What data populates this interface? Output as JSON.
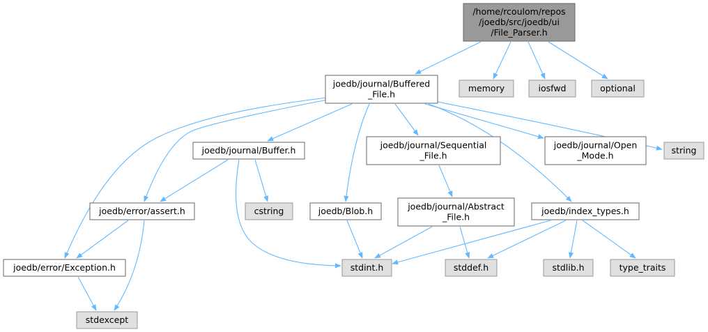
{
  "diagram": {
    "colors": {
      "edge": "#63b8ff",
      "root_fill": "#999999",
      "system_fill": "#e0e0e0",
      "local_fill": "#ffffff",
      "border": "#666666"
    },
    "nodes": [
      {
        "id": "root",
        "lines": [
          "/home/rcoulom/repos",
          "/joedb/src/joedb/ui",
          "/File_Parser.h"
        ],
        "kind": "root"
      },
      {
        "id": "buffered_file",
        "lines": [
          "joedb/journal/Buffered",
          "_File.h"
        ],
        "kind": "local"
      },
      {
        "id": "memory",
        "lines": [
          "memory"
        ],
        "kind": "system"
      },
      {
        "id": "iosfwd",
        "lines": [
          "iosfwd"
        ],
        "kind": "system"
      },
      {
        "id": "optional",
        "lines": [
          "optional"
        ],
        "kind": "system"
      },
      {
        "id": "buffer",
        "lines": [
          "joedb/journal/Buffer.h"
        ],
        "kind": "local"
      },
      {
        "id": "sequential_file",
        "lines": [
          "joedb/journal/Sequential",
          "_File.h"
        ],
        "kind": "local"
      },
      {
        "id": "open_mode",
        "lines": [
          "joedb/journal/Open",
          "_Mode.h"
        ],
        "kind": "local"
      },
      {
        "id": "string",
        "lines": [
          "string"
        ],
        "kind": "system"
      },
      {
        "id": "assert",
        "lines": [
          "joedb/error/assert.h"
        ],
        "kind": "local"
      },
      {
        "id": "cstring",
        "lines": [
          "cstring"
        ],
        "kind": "system"
      },
      {
        "id": "blob",
        "lines": [
          "joedb/Blob.h"
        ],
        "kind": "local"
      },
      {
        "id": "abstract_file",
        "lines": [
          "joedb/journal/Abstract",
          "_File.h"
        ],
        "kind": "local"
      },
      {
        "id": "index_types",
        "lines": [
          "joedb/index_types.h"
        ],
        "kind": "local"
      },
      {
        "id": "exception",
        "lines": [
          "joedb/error/Exception.h"
        ],
        "kind": "local"
      },
      {
        "id": "stdint",
        "lines": [
          "stdint.h"
        ],
        "kind": "system"
      },
      {
        "id": "stddef",
        "lines": [
          "stddef.h"
        ],
        "kind": "system"
      },
      {
        "id": "stdlib",
        "lines": [
          "stdlib.h"
        ],
        "kind": "system"
      },
      {
        "id": "type_traits",
        "lines": [
          "type_traits"
        ],
        "kind": "system"
      },
      {
        "id": "stdexcept",
        "lines": [
          "stdexcept"
        ],
        "kind": "system"
      }
    ],
    "edges": [
      {
        "from": "root",
        "to": "buffered_file"
      },
      {
        "from": "root",
        "to": "memory"
      },
      {
        "from": "root",
        "to": "iosfwd"
      },
      {
        "from": "root",
        "to": "optional"
      },
      {
        "from": "buffered_file",
        "to": "buffer"
      },
      {
        "from": "buffered_file",
        "to": "sequential_file"
      },
      {
        "from": "buffered_file",
        "to": "open_mode"
      },
      {
        "from": "buffered_file",
        "to": "string"
      },
      {
        "from": "buffered_file",
        "to": "assert"
      },
      {
        "from": "buffered_file",
        "to": "blob"
      },
      {
        "from": "buffered_file",
        "to": "index_types"
      },
      {
        "from": "buffered_file",
        "to": "exception"
      },
      {
        "from": "buffer",
        "to": "assert"
      },
      {
        "from": "buffer",
        "to": "cstring"
      },
      {
        "from": "buffer",
        "to": "stdint"
      },
      {
        "from": "sequential_file",
        "to": "abstract_file"
      },
      {
        "from": "assert",
        "to": "exception"
      },
      {
        "from": "assert",
        "to": "stdexcept"
      },
      {
        "from": "blob",
        "to": "stdint"
      },
      {
        "from": "abstract_file",
        "to": "stdint"
      },
      {
        "from": "abstract_file",
        "to": "stddef"
      },
      {
        "from": "index_types",
        "to": "stdint"
      },
      {
        "from": "index_types",
        "to": "stddef"
      },
      {
        "from": "index_types",
        "to": "stdlib"
      },
      {
        "from": "index_types",
        "to": "type_traits"
      },
      {
        "from": "exception",
        "to": "stdexcept"
      }
    ]
  }
}
